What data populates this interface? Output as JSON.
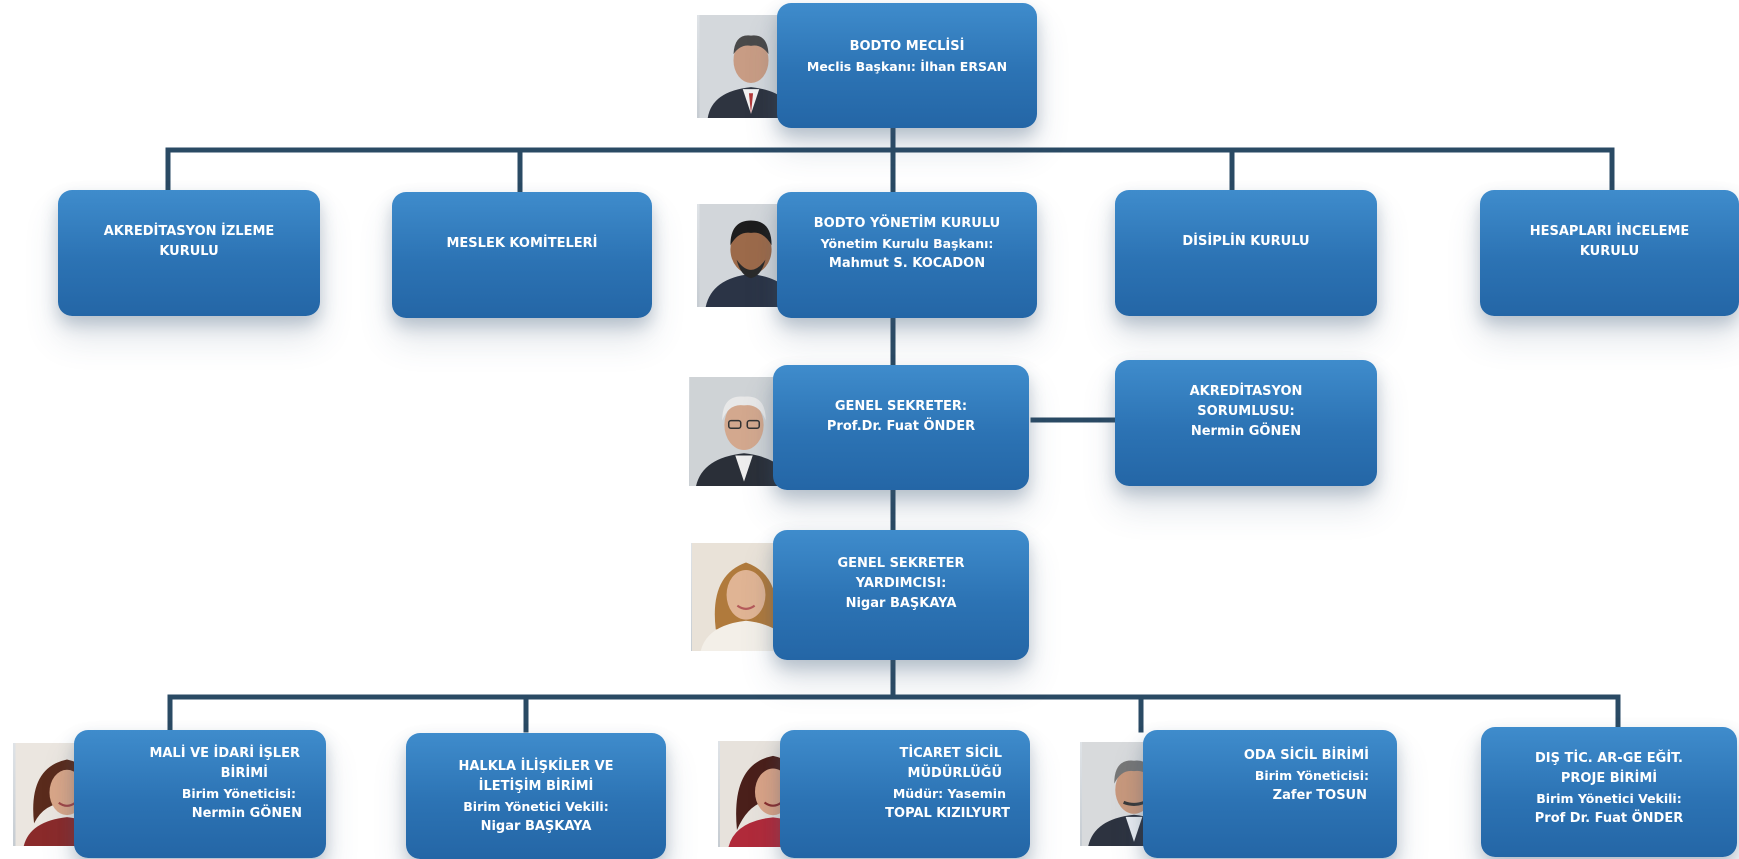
{
  "top": {
    "title": "BODTO MECLİSİ",
    "subtitle": "Meclis Başkanı: İlhan  ERSAN"
  },
  "row2": {
    "left1": {
      "lines": [
        "AKREDİTASYON İZLEME",
        "KURULU"
      ]
    },
    "left2": {
      "lines": [
        "MESLEK KOMİTELERİ"
      ]
    },
    "center": {
      "lines": [
        "BODTO YÖNETİM KURULU",
        "Yönetim  Kurulu  Başkanı:",
        "Mahmut S. KOCADON"
      ]
    },
    "right1": {
      "lines": [
        "DİSİPLİN KURULU"
      ]
    },
    "right2": {
      "lines": [
        "HESAPLARI İNCELEME",
        "KURULU"
      ]
    }
  },
  "secretary": {
    "lines": [
      "GENEL SEKRETER:",
      "Prof.Dr. Fuat ÖNDER"
    ]
  },
  "accreditation": {
    "lines": [
      "AKREDİTASYON",
      "SORUMLUSU:",
      "Nermin GÖNEN"
    ]
  },
  "deputy": {
    "lines": [
      "GENEL SEKRETER",
      "YARDIMCISI:",
      "Nigar BAŞKAYA"
    ]
  },
  "units": [
    {
      "lines": [
        "MALİ VE İDARİ İŞLER",
        "BİRİMİ",
        "Birim Yöneticisi:",
        "Nermin GÖNEN"
      ]
    },
    {
      "lines": [
        "HALKLA  İLİŞKİLER VE",
        "İLETİŞİM BİRİMİ",
        "Birim Yönetici  Vekili:",
        "Nigar BAŞKAYA"
      ]
    },
    {
      "lines": [
        "TİCARET SİCİL",
        "MÜDÜRLÜĞÜ",
        "Müdür: Yasemin",
        "TOPAL KIZILYURT"
      ]
    },
    {
      "lines": [
        "ODA SİCİL BİRİMİ",
        "Birim Yöneticisi:",
        "Zafer TOSUN"
      ]
    },
    {
      "lines": [
        "DIŞ TİC. AR-GE EĞİT.",
        "PROJE BİRİMİ",
        "Birim Yönetici  Vekili:",
        "Prof Dr. Fuat ÖNDER"
      ]
    }
  ],
  "colors": {
    "box": "#2c73b4",
    "connector": "#2a4a64",
    "text": "#ffffff"
  }
}
